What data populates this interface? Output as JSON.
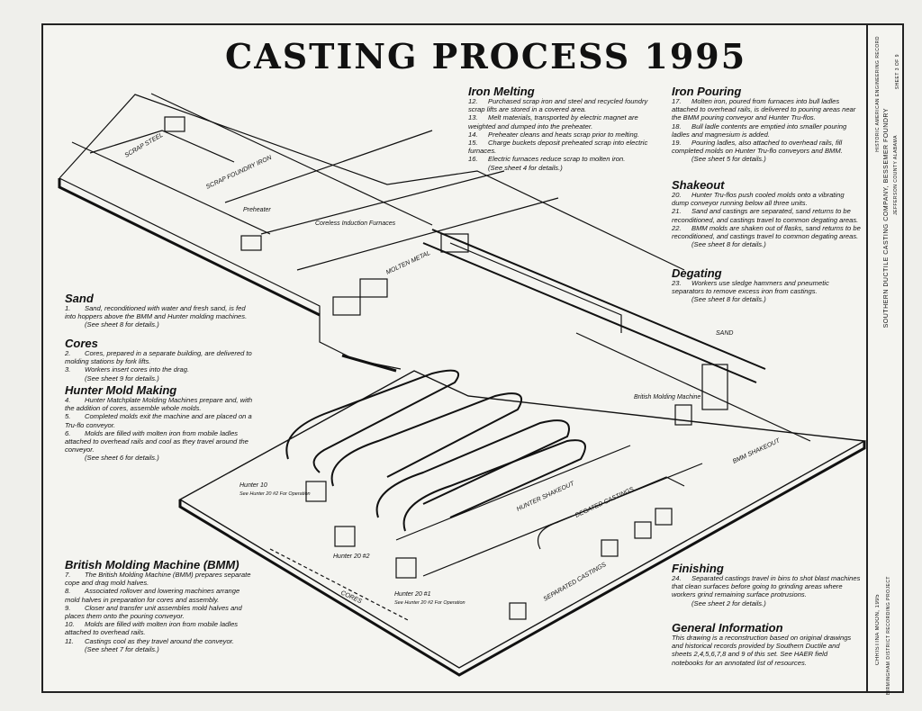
{
  "title": "CASTING PROCESS 1995",
  "sections": {
    "iron_melting": {
      "heading": "Iron Melting",
      "items": [
        {
          "n": "12.",
          "text": "Purchased scrap iron and steel and recycled foundry scrap lifts are stored in a covered area."
        },
        {
          "n": "13.",
          "text": "Melt materials, transported by electric magnet are weighted and dumped into the preheater."
        },
        {
          "n": "14.",
          "text": "Preheater cleans and heats scrap prior to melting."
        },
        {
          "n": "15.",
          "text": "Charge buckets deposit preheated scrap into electric furnaces."
        },
        {
          "n": "16.",
          "text": "Electric furnaces reduce scrap to molten iron."
        }
      ],
      "see": "(See sheet 4 for details.)"
    },
    "iron_pouring": {
      "heading": "Iron Pouring",
      "items": [
        {
          "n": "17.",
          "text": "Molten iron, poured from furnaces into bull ladles attached to overhead rails, is delivered to pouring areas near the BMM pouring conveyor and Hunter Tru-flos."
        },
        {
          "n": "18.",
          "text": "Bull ladle contents are emptied into smaller pouring ladles and magnesium is added."
        },
        {
          "n": "19.",
          "text": "Pouring ladles, also attached to overhead rails, fill completed molds on Hunter Tru-flo conveyors and BMM."
        }
      ],
      "see": "(See sheet 5 for details.)"
    },
    "shakeout": {
      "heading": "Shakeout",
      "items": [
        {
          "n": "20.",
          "text": "Hunter Tru-flos push cooled molds onto a vibrating dump conveyor running below all three units."
        },
        {
          "n": "21.",
          "text": "Sand and castings are separated, sand returns to be reconditioned, and castings travel to common degating areas."
        },
        {
          "n": "22.",
          "text": "BMM molds are shaken out of flasks, sand returns to be reconditioned, and castings travel to common degating areas."
        }
      ],
      "see": "(See sheet 8 for details.)"
    },
    "degating": {
      "heading": "Degating",
      "items": [
        {
          "n": "23.",
          "text": "Workers use sledge hammers and pneumetic separators to remove excess iron from castings."
        }
      ],
      "see": "(See sheet 8 for details.)"
    },
    "sand": {
      "heading": "Sand",
      "items": [
        {
          "n": "1.",
          "text": "Sand, reconditioned with water and fresh sand, is fed into hoppers above the BMM and Hunter molding machines."
        }
      ],
      "see": "(See sheet 8 for details.)"
    },
    "cores": {
      "heading": "Cores",
      "items": [
        {
          "n": "2.",
          "text": "Cores, prepared in a separate building, are delivered to molding stations by fork lifts."
        },
        {
          "n": "3.",
          "text": "Workers insert cores into the drag."
        }
      ],
      "see": "(See sheet 9 for details.)"
    },
    "hunter": {
      "heading": "Hunter Mold Making",
      "items": [
        {
          "n": "4.",
          "text": "Hunter Matchplate Molding Machines prepare and, with the addition of cores, assemble whole molds."
        },
        {
          "n": "5.",
          "text": "Completed molds exit the machine and are placed on a Tru-flo conveyor."
        },
        {
          "n": "6.",
          "text": "Molds are filled with molten iron from mobile ladles attached to overhead rails and cool as they travel around the conveyor."
        }
      ],
      "see": "(See sheet 6 for details.)"
    },
    "bmm": {
      "heading": "British Molding Machine (BMM)",
      "items": [
        {
          "n": "7.",
          "text": "The British Molding Machine (BMM) prepares separate cope and drag mold halves."
        },
        {
          "n": "8.",
          "text": "Associated rollover and lowering machines arrange mold halves in preparation for cores and assembly."
        },
        {
          "n": "9.",
          "text": "Closer and transfer unit assembles mold halves and places them onto the pouring conveyor."
        },
        {
          "n": "10.",
          "text": "Molds are filled with molten iron from mobile ladles attached to overhead rails."
        },
        {
          "n": "11.",
          "text": "Castings cool as they travel around the conveyor."
        }
      ],
      "see": "(See sheet 7 for details.)"
    },
    "finishing": {
      "heading": "Finishing",
      "items": [
        {
          "n": "24.",
          "text": "Separated castings travel in bins to shot blast machines that clean surfaces before going to grinding areas where workers grind remaining surface protrusions."
        }
      ],
      "see": "(See sheet 2 for details.)"
    },
    "general": {
      "heading": "General Information",
      "text": "This drawing is a reconstruction based on original drawings and historical records provided by Southern Ductile and sheets 2,4,5,6,7,8 and 9 of this set. See HAER field notebooks for an annotated list of resources."
    }
  },
  "diagram_labels": {
    "scrap_steel": "SCRAP STEEL",
    "scrap_foundry_iron": "SCRAP FOUNDRY IRON",
    "preheater": "Preheater",
    "coreless_furnaces": "Coreless Induction Furnaces",
    "molten_metal": "MOLTEN METAL",
    "british_molding_machine": "British Molding Machine",
    "bmm_shakeout": "BMM SHAKEOUT",
    "hunter_shakeout": "HUNTER SHAKEOUT",
    "degated_castings": "DEGATED CASTINGS",
    "separated_castings": "SEPARATED CASTINGS",
    "cores": "CORES",
    "sand": "SAND",
    "hunter_10": "Hunter 10",
    "hunter_10_note": "See Hunter 20 #2 For Operation",
    "hunter_20_2": "Hunter 20 #2",
    "hunter_20_1": "Hunter 20 #1",
    "hunter_20_1_note": "See Hunter 20 #2 For Operation"
  },
  "sidebar": {
    "company": "SOUTHERN DUCTILE CASTING COMPANY, BESSEMER FOUNDRY",
    "location": "JEFFERSON COUNTY   ALABAMA",
    "delineator": "CHRISTINA MOON, 1995",
    "project": "BIRMINGHAM DISTRICT RECORDING PROJECT",
    "agency": "HISTORIC AMERICAN ENGINEERING RECORD",
    "sheet_word": "SHEET 3 OF 9"
  }
}
